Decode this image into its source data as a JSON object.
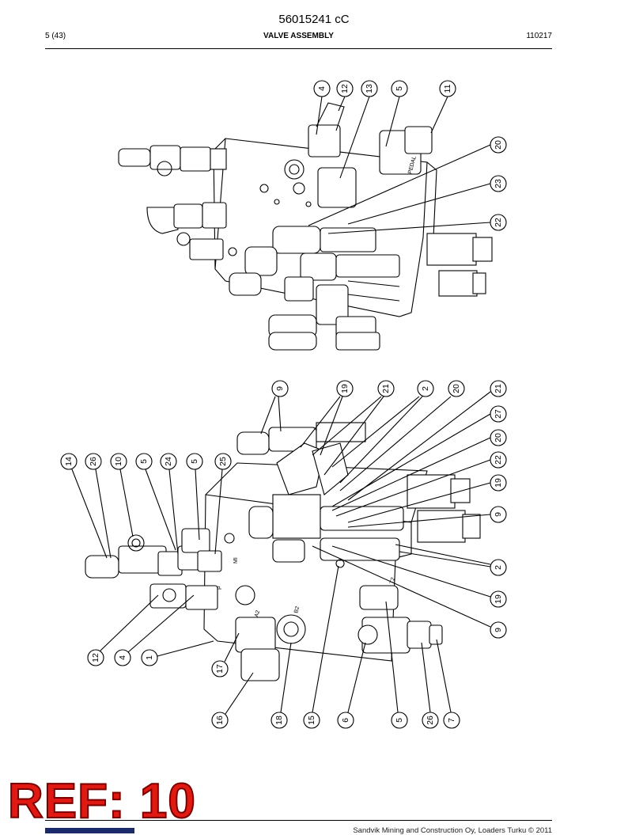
{
  "header": {
    "doc_number": "56015241 cC",
    "page_ref": "5 (43)",
    "section_title": "VALVE ASSEMBLY",
    "date_code": "110217"
  },
  "stamp": {
    "text": "REF: 10",
    "color": "#e01a12"
  },
  "footer": {
    "copyright": "Sandvik Mining and Construction Oy, Loaders Turku © 2011"
  },
  "drawing_text": {
    "body_marks": [
      "PEDAL",
      "MI",
      "A2",
      "B2",
      "T2",
      "P"
    ]
  },
  "views": {
    "top": {
      "callouts": [
        "4",
        "12",
        "13",
        "5",
        "11",
        "20",
        "23",
        "22"
      ]
    },
    "bottom": {
      "callouts": [
        "9",
        "19",
        "21",
        "2",
        "20",
        "21",
        "27",
        "20",
        "22",
        "19",
        "9",
        "2",
        "19",
        "9",
        "14",
        "26",
        "10",
        "5",
        "24",
        "5",
        "25",
        "12",
        "4",
        "1",
        "17",
        "16",
        "18",
        "15",
        "6",
        "5",
        "26",
        "7"
      ]
    }
  }
}
